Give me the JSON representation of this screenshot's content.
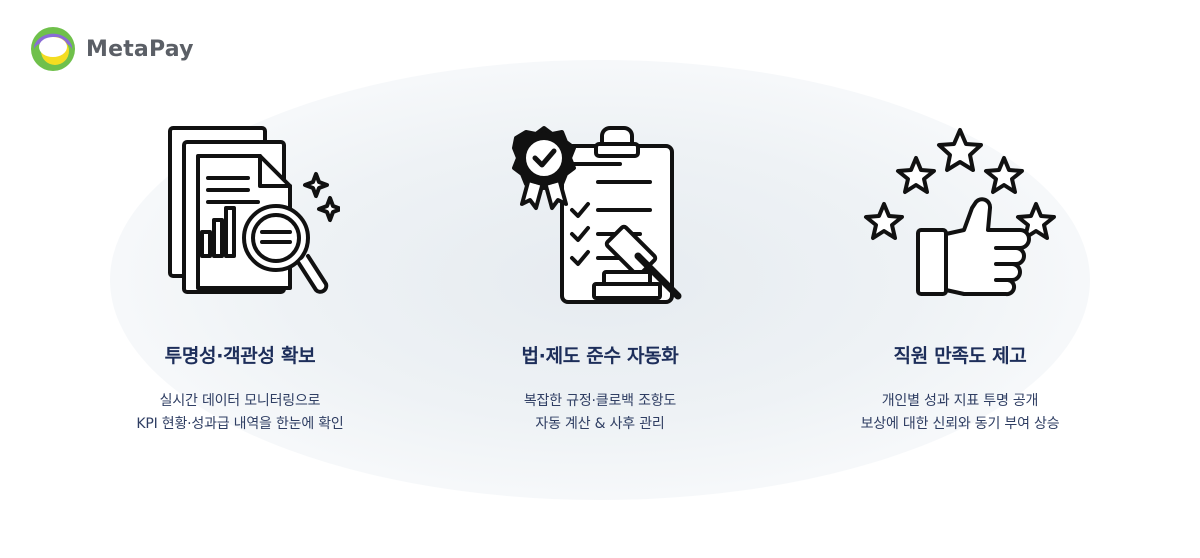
{
  "brand": {
    "name": "MetaPay",
    "logo_icon": "metapay-logo-icon",
    "colors": {
      "purple": "#8a6bd6",
      "green": "#6fc04b",
      "yellow": "#f4dd21",
      "text": "#5b5f66"
    }
  },
  "features": [
    {
      "icon": "document-magnifier-chart-icon",
      "title": "투명성·객관성 확보",
      "desc_line1": "실시간 데이터 모니터링으로",
      "desc_line2": "KPI 현황·성과급 내역을 한눈에 확인"
    },
    {
      "icon": "clipboard-checklist-gavel-icon",
      "title": "법·제도 준수 자동화",
      "desc_line1": "복잡한 규정·클로백 조항도",
      "desc_line2": "자동 계산 & 사후 관리"
    },
    {
      "icon": "thumbs-up-stars-icon",
      "title": "직원 만족도 제고",
      "desc_line1": "개인별 성과 지표 투명 공개",
      "desc_line2": "보상에 대한 신뢰와 동기 부여 상승"
    }
  ],
  "theme": {
    "title_color": "#1d2e5a",
    "desc_color": "#2f3e63",
    "icon_color": "#111111"
  }
}
